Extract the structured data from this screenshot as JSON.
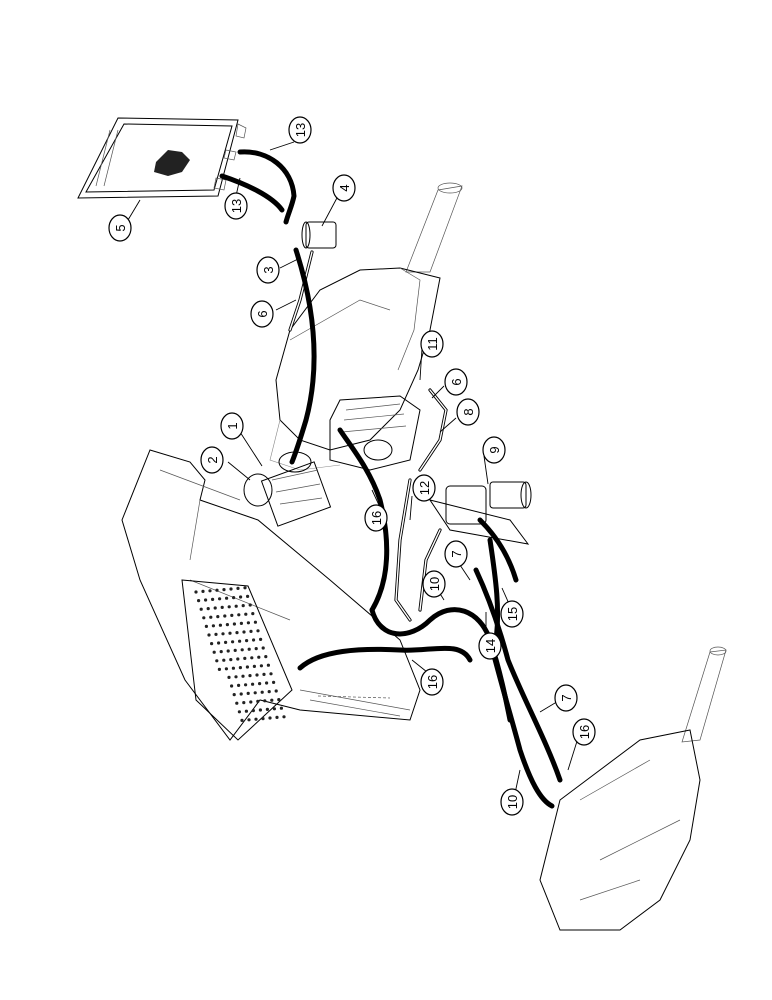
{
  "diagram": {
    "callouts": [
      {
        "label": "13",
        "target": "upper cooler hose"
      },
      {
        "label": "13",
        "target": "lower cooler hose"
      },
      {
        "label": "5",
        "target": "oil cooler"
      },
      {
        "label": "4",
        "target": "filter"
      },
      {
        "label": "3",
        "target": "tube"
      },
      {
        "label": "6",
        "target": "tube"
      },
      {
        "label": "11",
        "target": "fitting"
      },
      {
        "label": "6",
        "target": "tube"
      },
      {
        "label": "8",
        "target": "tube"
      },
      {
        "label": "9",
        "target": "filter"
      },
      {
        "label": "1",
        "target": "fitting"
      },
      {
        "label": "2",
        "target": "pump"
      },
      {
        "label": "12",
        "target": "tube"
      },
      {
        "label": "16",
        "target": "hose"
      },
      {
        "label": "7",
        "target": "hose"
      },
      {
        "label": "10",
        "target": "hose"
      },
      {
        "label": "14",
        "target": "hose"
      },
      {
        "label": "15",
        "target": "hose"
      },
      {
        "label": "16",
        "target": "hose"
      },
      {
        "label": "7",
        "target": "hose"
      },
      {
        "label": "16",
        "target": "fitting"
      },
      {
        "label": "10",
        "target": "hose"
      }
    ]
  }
}
